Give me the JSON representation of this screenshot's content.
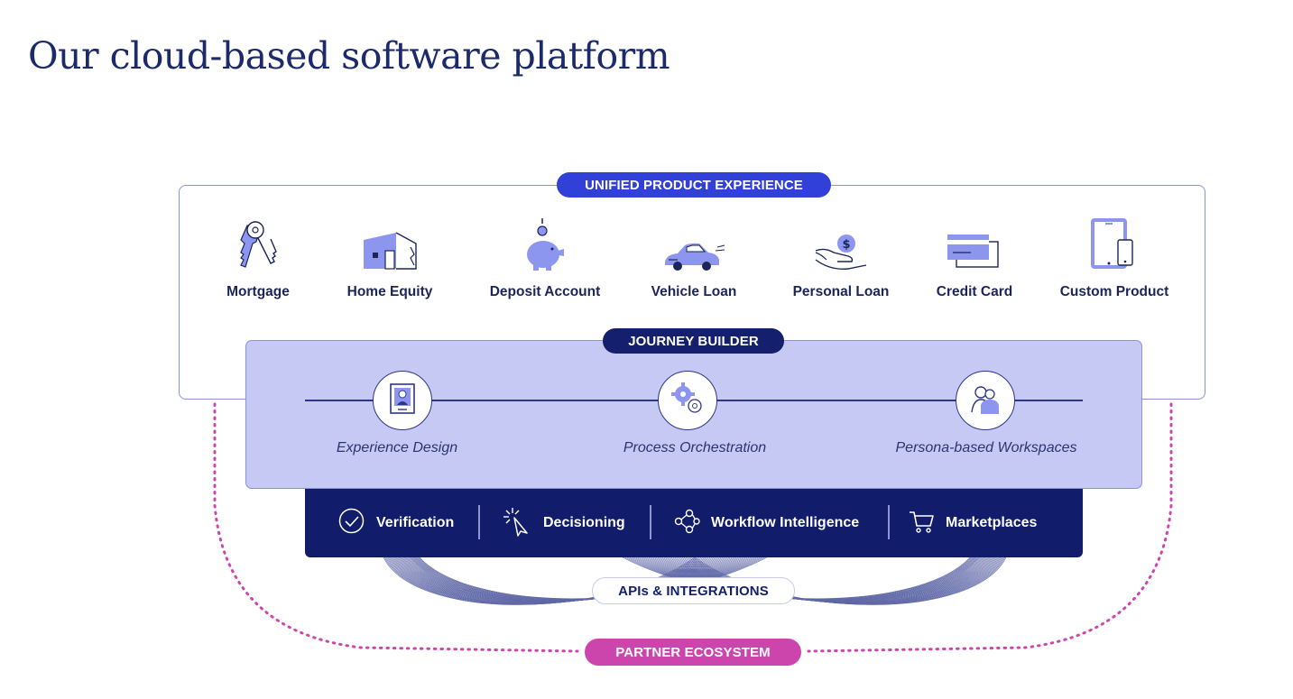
{
  "title": "Our cloud-based software platform",
  "colors": {
    "title": "#1c2a6b",
    "unified_pill": "#3140d9",
    "journey_pill": "#141f6e",
    "journey_fill": "#c5c9f3",
    "capability_bar": "#111c6a",
    "partner_pill": "#cc45ad",
    "icon_accent": "#8d96ee"
  },
  "unified": {
    "label": "UNIFIED PRODUCT EXPERIENCE",
    "products": [
      {
        "label": "Mortgage",
        "icon": "keys-icon"
      },
      {
        "label": "Home Equity",
        "icon": "house-icon"
      },
      {
        "label": "Deposit Account",
        "icon": "piggy-bank-icon"
      },
      {
        "label": "Vehicle Loan",
        "icon": "car-icon"
      },
      {
        "label": "Personal Loan",
        "icon": "hand-coin-icon"
      },
      {
        "label": "Credit Card",
        "icon": "credit-card-icon"
      },
      {
        "label": "Custom Product",
        "icon": "devices-icon"
      }
    ]
  },
  "journey": {
    "label": "JOURNEY BUILDER",
    "stages": [
      {
        "label": "Experience Design",
        "icon": "id-card-icon"
      },
      {
        "label": "Process Orchestration",
        "icon": "gears-icon"
      },
      {
        "label": "Persona-based Workspaces",
        "icon": "people-icon"
      }
    ]
  },
  "capabilities": [
    {
      "label": "Verification",
      "icon": "check-circle-icon"
    },
    {
      "label": "Decisioning",
      "icon": "cursor-click-icon"
    },
    {
      "label": "Workflow Intelligence",
      "icon": "workflow-icon"
    },
    {
      "label": "Marketplaces",
      "icon": "cart-icon"
    }
  ],
  "apis": {
    "label": "APIs & INTEGRATIONS"
  },
  "partner": {
    "label": "PARTNER ECOSYSTEM"
  }
}
